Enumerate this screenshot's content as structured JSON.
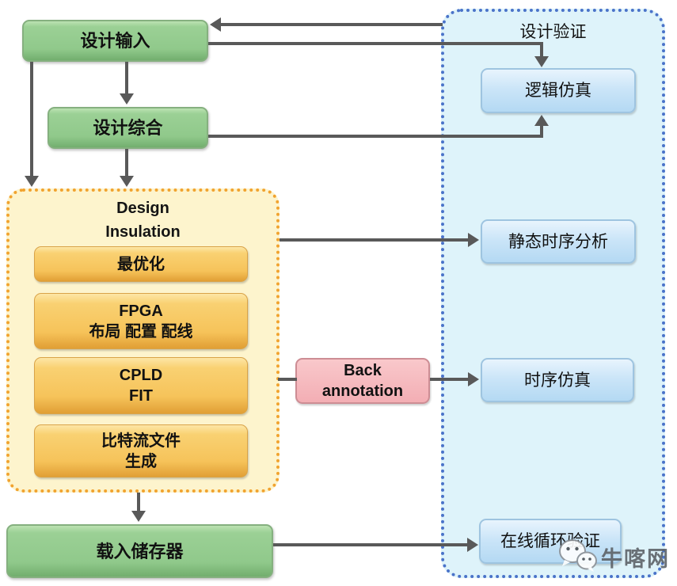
{
  "nodes": {
    "design_input": "设计输入",
    "design_synthesis": "设计综合",
    "load_memory": "载入储存器",
    "logic_simulation": "逻辑仿真",
    "static_timing_analysis": "静态时序分析",
    "timing_simulation": "时序仿真",
    "online_loop_verification": "在线循环验证"
  },
  "implementation": {
    "title_line1": "Design",
    "title_line2": "Insulation",
    "steps": [
      {
        "line1": "最优化",
        "line2": ""
      },
      {
        "line1": "FPGA",
        "line2": "布局 配置 配线"
      },
      {
        "line1": "CPLD",
        "line2": "FIT"
      },
      {
        "line1": "比特流文件",
        "line2": "生成"
      }
    ]
  },
  "verification": {
    "title": "设计验证"
  },
  "back_annotation": {
    "line1": "Back",
    "line2": "annotation"
  },
  "watermark": {
    "text": "牛喀网"
  },
  "colors": {
    "green_fill": "#90c98b",
    "orange_fill": "#f6c35a",
    "blue_fill": "#bfdff5",
    "pink_fill": "#f3aeb4",
    "yellow_container_fill": "#fdf4cd",
    "yellow_container_border": "#f1a32f",
    "blue_container_fill": "#def3fa",
    "blue_container_border": "#4a73c9",
    "arrow": "#595959"
  }
}
